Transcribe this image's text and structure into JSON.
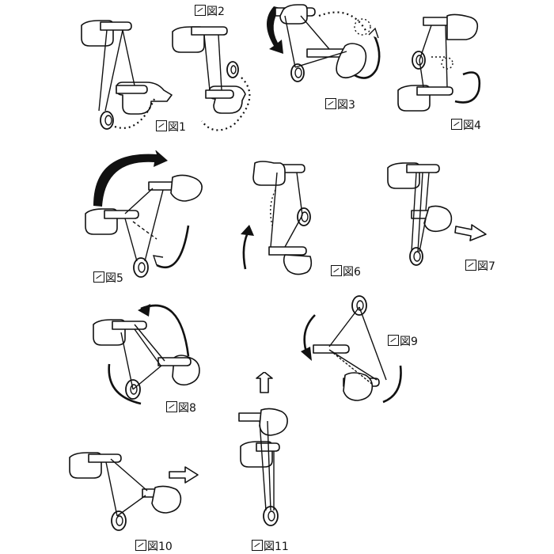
{
  "figures": [
    {
      "id": "fig1",
      "label": "図1"
    },
    {
      "id": "fig2",
      "label": "図2"
    },
    {
      "id": "fig3",
      "label": "図3"
    },
    {
      "id": "fig4",
      "label": "図4"
    },
    {
      "id": "fig5",
      "label": "図5"
    },
    {
      "id": "fig6",
      "label": "図6"
    },
    {
      "id": "fig7",
      "label": "図7"
    },
    {
      "id": "fig8",
      "label": "図8"
    },
    {
      "id": "fig9",
      "label": "図9"
    },
    {
      "id": "fig10",
      "label": "図10"
    },
    {
      "id": "fig11",
      "label": "図11"
    }
  ],
  "colors": {
    "ink": "#111111",
    "background": "#ffffff"
  }
}
